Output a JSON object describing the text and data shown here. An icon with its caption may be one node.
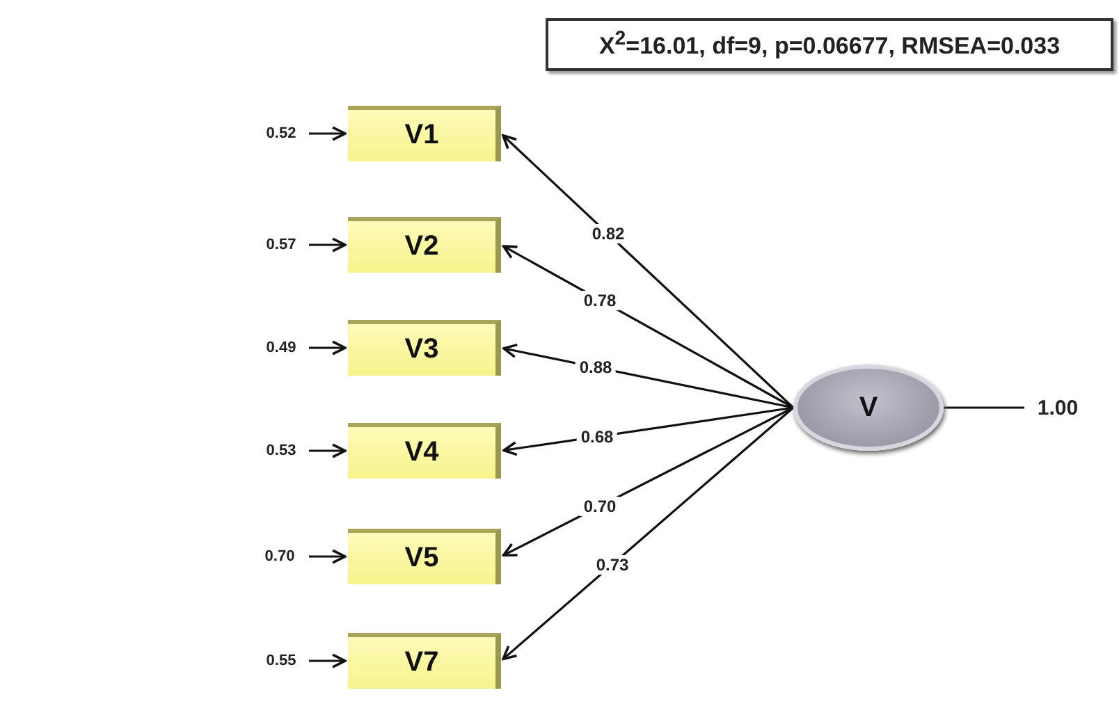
{
  "diagram": {
    "nodes": [
      {
        "text": [
          "X$^{2}$=16.01, df=9, p=0.06677, RMSEA=0.033"
        ]
      },
      {
        "text": [
          "V1"
        ]
      },
      {
        "text": [
          "V2"
        ]
      },
      {
        "text": [
          "V3"
        ]
      },
      {
        "text": [
          "V4"
        ]
      },
      {
        "text": [
          "V5"
        ]
      },
      {
        "text": [
          "V7"
        ]
      },
      {
        "text": [
          "V"
        ]
      },
      {
        "text": [
          "0.52"
        ]
      },
      {
        "text": [
          "0.57"
        ]
      },
      {
        "text": [
          "0.49"
        ]
      },
      {
        "text": [
          "0.53"
        ]
      },
      {
        "text": [
          "0.70"
        ]
      },
      {
        "text": [
          "0.55"
        ]
      },
      {
        "text": [
          "1.00"
        ]
      }
    ],
    "edges": [
      {
        "from": 7,
        "to": 1,
        "arrow": "to",
        "label": "0.82"
      },
      {
        "from": 7,
        "to": 2,
        "arrow": "to",
        "label": "0.78"
      },
      {
        "from": 7,
        "to": 3,
        "arrow": "to",
        "label": "0.88"
      },
      {
        "from": 7,
        "to": 4,
        "arrow": "to",
        "label": "0.68"
      },
      {
        "from": 7,
        "to": 5,
        "arrow": "to",
        "label": "0.70"
      },
      {
        "from": 7,
        "to": 6,
        "arrow": "to",
        "label": "0.73"
      },
      {
        "from": 8,
        "to": 1,
        "arrow": "to"
      },
      {
        "from": 9,
        "to": 2,
        "arrow": "to"
      },
      {
        "from": 10,
        "to": 3,
        "arrow": "to"
      },
      {
        "from": 11,
        "to": 4,
        "arrow": "to"
      },
      {
        "from": 12,
        "to": 5,
        "arrow": "to"
      },
      {
        "from": 13,
        "to": 6,
        "arrow": "to"
      },
      {
        "from": 7,
        "to": 14,
        "arrow": "none"
      }
    ]
  }
}
